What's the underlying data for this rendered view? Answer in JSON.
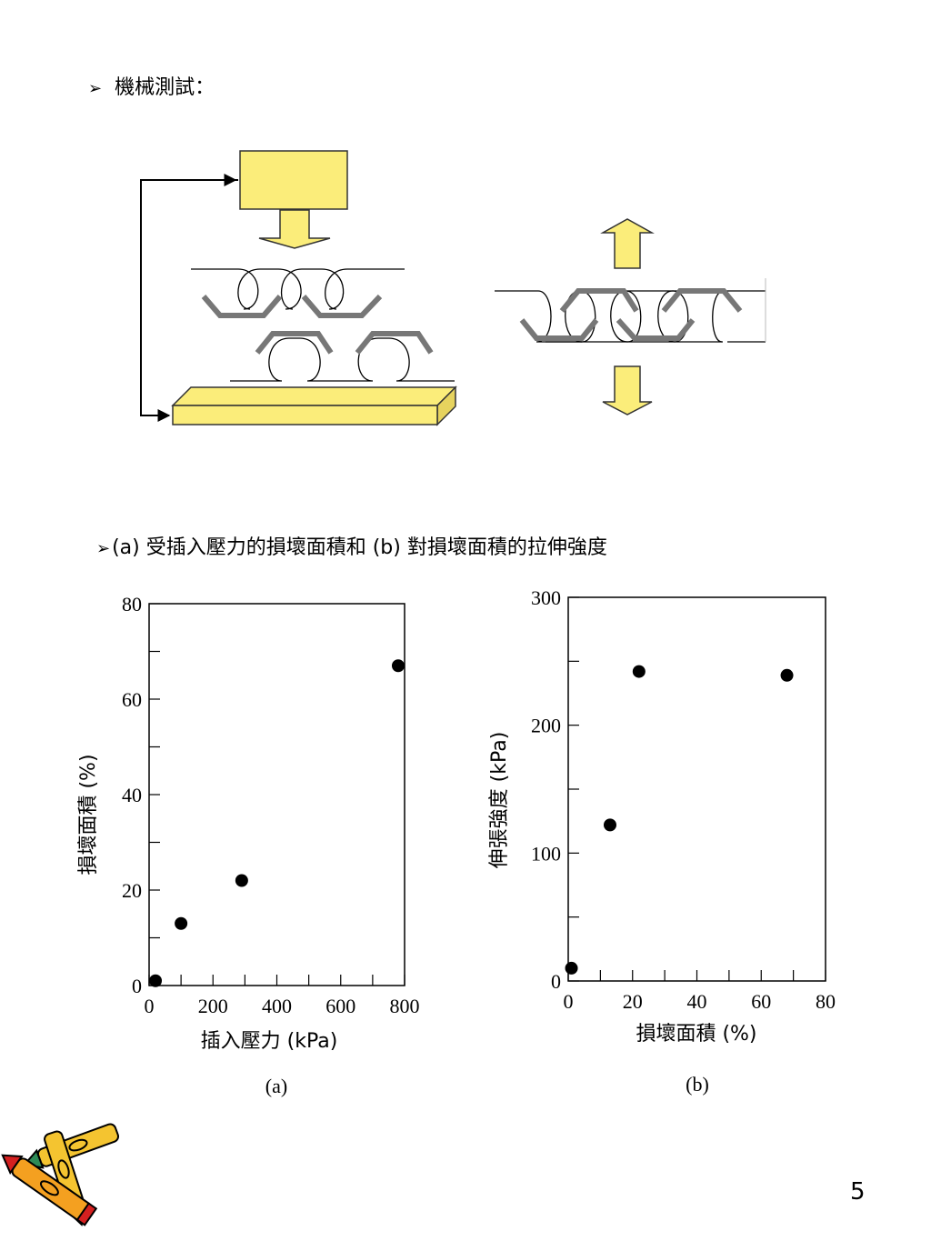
{
  "header": {
    "bullet1": "機械測試：",
    "bullet2": "(a) 受插入壓力的損壞面積和 (b) 對損壞面積的拉伸強度"
  },
  "page_number": "5",
  "colors": {
    "box_fill": "#fbed7a",
    "box_stroke": "#333333",
    "fiber_gray": "#777777",
    "marker": "#000000"
  },
  "icons": {
    "bullet": "arrowhead-bullet-icon",
    "clipart": "crayons-clipart-icon"
  },
  "chart_data": [
    {
      "type": "scatter",
      "title": "",
      "panel_label": "(a)",
      "xlabel": "插入壓力 (kPa)",
      "ylabel": "損壞面積 (%)",
      "xlim": [
        0,
        800
      ],
      "ylim": [
        0,
        80
      ],
      "xticks": [
        0,
        200,
        400,
        600,
        800
      ],
      "yticks": [
        0,
        20,
        40,
        60,
        80
      ],
      "x": [
        20,
        100,
        290,
        780
      ],
      "y": [
        1,
        13,
        22,
        67
      ]
    },
    {
      "type": "scatter",
      "title": "",
      "panel_label": "(b)",
      "xlabel": "損壞面積 (%)",
      "ylabel": "伸張強度 (kPa)",
      "xlim": [
        0,
        80
      ],
      "ylim": [
        0,
        300
      ],
      "xticks": [
        0,
        20,
        40,
        60,
        80
      ],
      "yticks": [
        0,
        100,
        200,
        300
      ],
      "x": [
        1,
        13,
        22,
        68
      ],
      "y": [
        10,
        122,
        242,
        239
      ]
    }
  ]
}
